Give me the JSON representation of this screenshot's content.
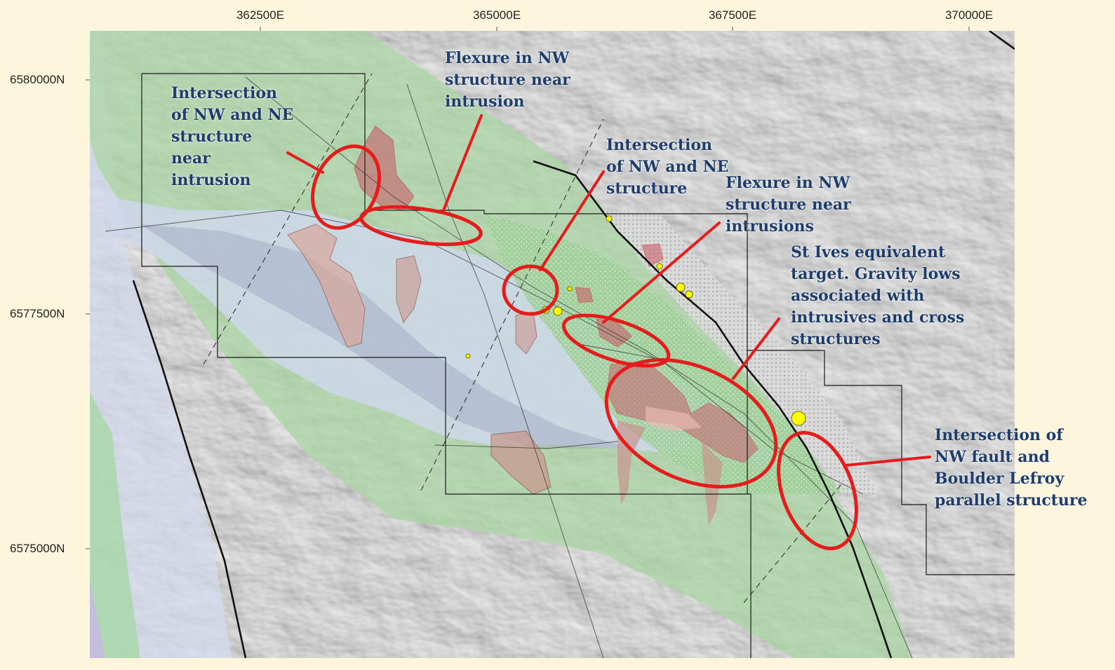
{
  "map": {
    "easting_labels": [
      "362500E",
      "365000E",
      "367500E",
      "370000E"
    ],
    "northing_labels": [
      "6580000N",
      "6577500N",
      "6575000N"
    ],
    "colors": {
      "page_background": "#fdf5dc",
      "annotation_text": "#1f3d6b",
      "target_ellipse": "#e51c1c",
      "gold_occurrence": "#ffff00",
      "intrusion": "#c9606a",
      "greenstone": "#a9d6a2",
      "sediment_basin": "#cfd8ee"
    },
    "annotations": [
      {
        "id": "intersection-nw-ne-near-intrusion",
        "text": "Intersection\nof NW and NE\nstructure\nnear\nintrusion"
      },
      {
        "id": "flexure-nw-near-intrusion",
        "text": "Flexure in NW\nstructure near\nintrusion"
      },
      {
        "id": "intersection-nw-ne",
        "text": "Intersection\nof NW and NE\nstructure"
      },
      {
        "id": "flexure-nw-near-intrusions",
        "text": "Flexure in NW\nstructure near\nintrusions"
      },
      {
        "id": "st-ives-target",
        "text": "St Ives equivalent\ntarget.  Gravity lows\nassociated with\nintrusives and cross\nstructures"
      },
      {
        "id": "intersection-nw-fault-boulder-lefroy",
        "text": "Intersection of\nNW fault and\nBoulder Lefroy\nparallel structure"
      }
    ]
  }
}
